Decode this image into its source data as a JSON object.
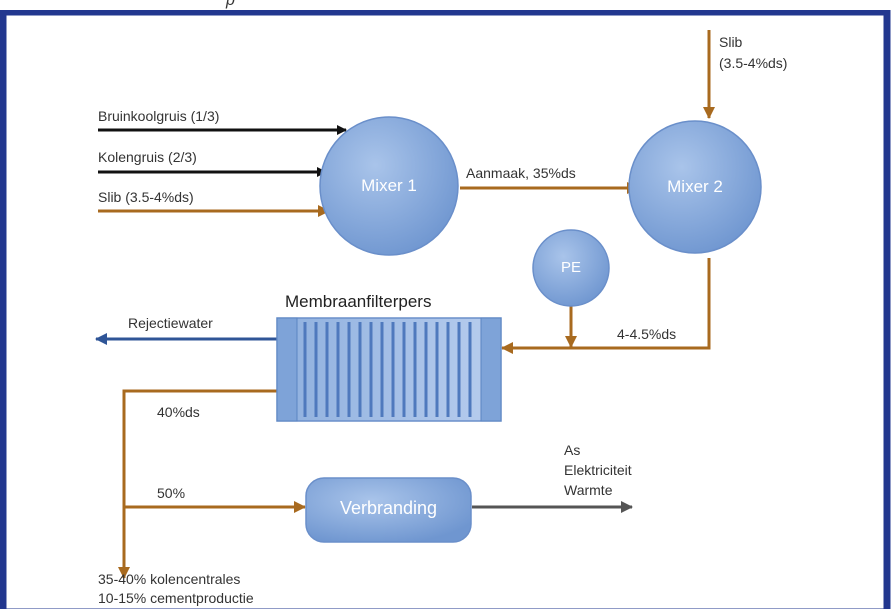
{
  "colors": {
    "border": "#22378f",
    "slib": "#a86a1f",
    "black": "#111111",
    "water": "#2f5597",
    "node_fill": "#7ea3d8",
    "node_edge": "#5b84c2",
    "gray": "#555555"
  },
  "header": {
    "partial_text": "p"
  },
  "inputs": {
    "bruinkoolgruis": "Bruinkoolgruis (1/3)",
    "kolengruis": "Kolengruis (2/3)",
    "slib1": "Slib (3.5-4%ds)"
  },
  "slib_top": {
    "line1": "Slib",
    "line2": "(3.5-4%ds)"
  },
  "nodes": {
    "mixer1": "Mixer 1",
    "mixer2": "Mixer 2",
    "pe": "PE",
    "verbranding": "Verbranding",
    "press": "Membraanfilterpers"
  },
  "flows": {
    "aanmaak": "Aanmaak, 35%ds",
    "ds_mixer2": "4-4.5%ds",
    "rejectiewater": "Rejectiewater",
    "ds40": "40%ds",
    "pct50": "50%"
  },
  "outputs": {
    "as": "As",
    "elektriciteit": "Elektriciteit",
    "warmte": "Warmte"
  },
  "bottom": {
    "line1": "35-40% kolencentrales",
    "line2": "10-15% cementproductie"
  }
}
